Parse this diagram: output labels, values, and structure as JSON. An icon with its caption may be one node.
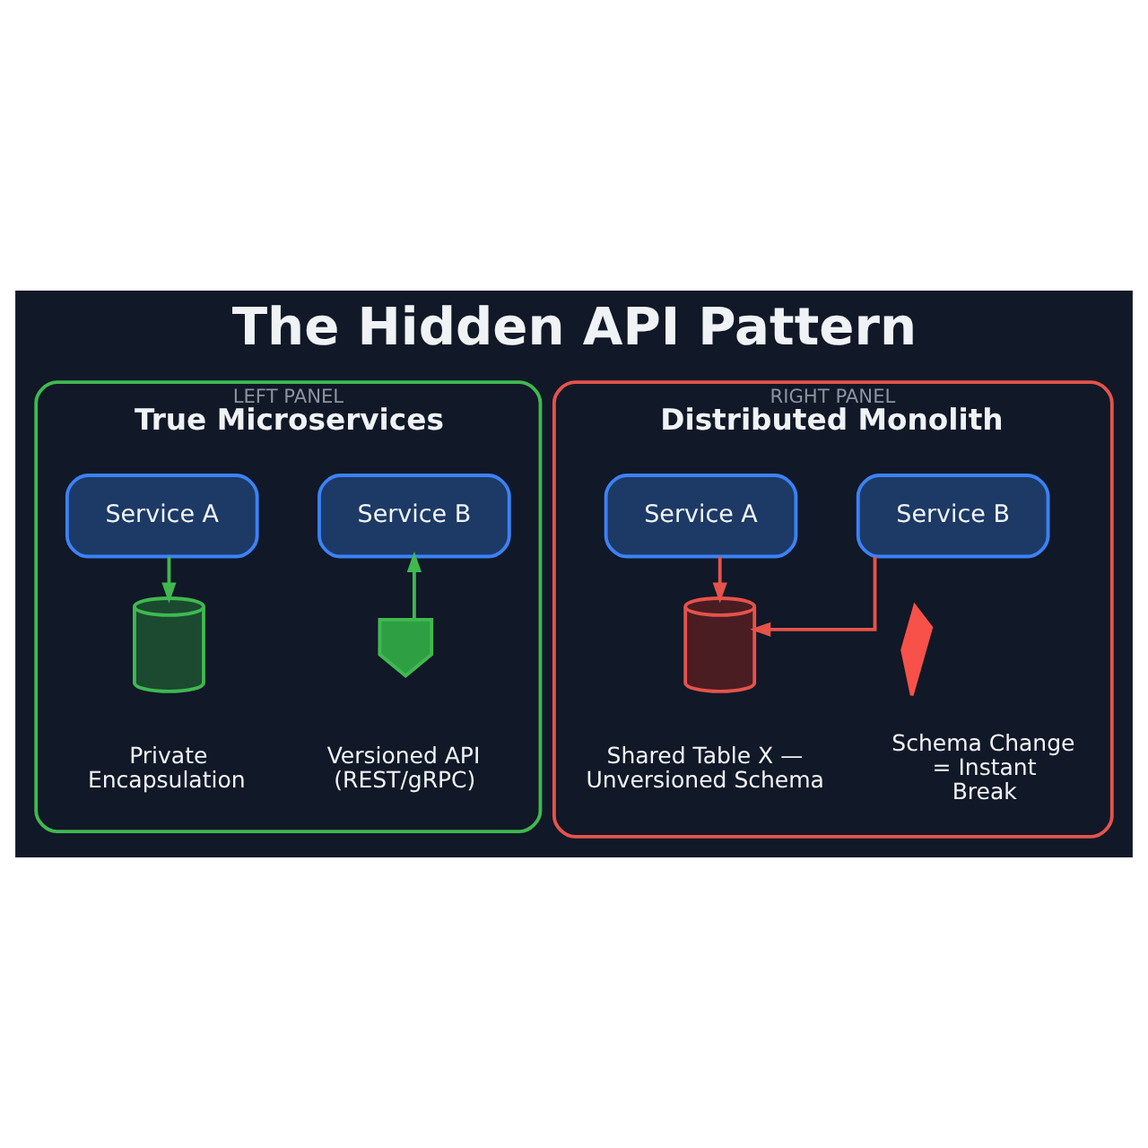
{
  "diagram": {
    "title": "The Hidden API Pattern",
    "nodes": [
      {
        "text": [
          "LEFT PANEL",
          "True Microservices"
        ]
      },
      {
        "text": [
          "Service A"
        ],
        "in": 0
      },
      {
        "text": [
          "Service B"
        ],
        "in": 0
      },
      {
        "text": [],
        "shape": "cylinder",
        "in": 0,
        "beside": [
          "Private Encapsulation"
        ]
      },
      {
        "text": [],
        "shape": "shield",
        "in": 0,
        "beside": [
          "Versioned API (REST/gRPC)"
        ]
      },
      {
        "text": [
          "RIGHT PANEL",
          "Distributed Monolith"
        ]
      },
      {
        "text": [
          "Service A"
        ],
        "in": 5
      },
      {
        "text": [
          "Service B"
        ],
        "in": 5
      },
      {
        "text": [],
        "shape": "cylinder",
        "in": 5,
        "beside": [
          "Shared Table X — Unversioned Schema"
        ]
      },
      {
        "text": [],
        "shape": "lightning",
        "in": 5,
        "beside": [
          "Schema Change = Instant Break"
        ]
      }
    ],
    "edges": [
      {
        "from": 1,
        "to": 3,
        "arrow": "to",
        "color": "#3fb950"
      },
      {
        "from": 4,
        "to": 2,
        "arrow": "to",
        "color": "#3fb950"
      },
      {
        "from": 6,
        "to": 8,
        "arrow": "to",
        "color": "#e5534b"
      },
      {
        "from": 7,
        "to": 8,
        "arrow": "to",
        "color": "#e5534b"
      }
    ]
  }
}
